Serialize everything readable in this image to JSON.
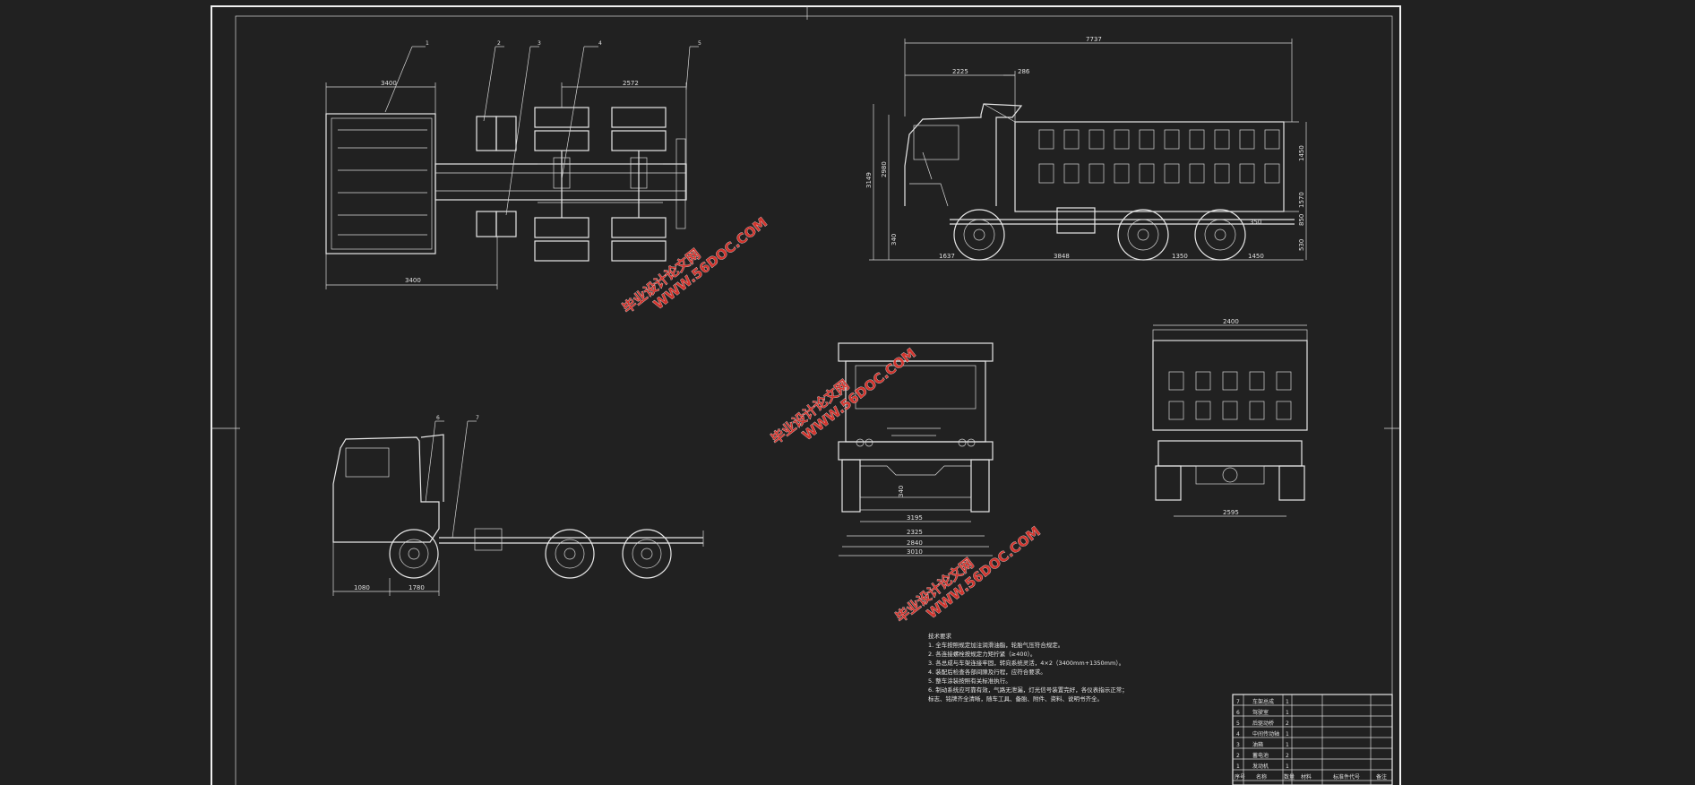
{
  "colors": {
    "background": "#212121",
    "lines": "#e8e8e8",
    "watermark": "#e0362f"
  },
  "top_view": {
    "balloons": [
      "1",
      "2",
      "3",
      "4",
      "5"
    ],
    "dims": {
      "cab_width": "3400",
      "wheelbase": "2572",
      "overall_bottom": "3400"
    }
  },
  "side_view": {
    "dims": {
      "overall_length": "7737",
      "front_section": "2225",
      "small_offset": "286",
      "height": "3149",
      "cab_height": "2980",
      "ground_clear": "340",
      "front_overhang": "1637",
      "wheelbase": "3848",
      "axle_spacing": "1350",
      "rear_overhang": "1450",
      "body_height": "1450",
      "right_mid": "1570",
      "rear_small": "350",
      "right_low": "850",
      "right_bottom": "530"
    }
  },
  "chassis_view": {
    "balloons": [
      "6",
      "7"
    ],
    "dims": {
      "front": "1080",
      "axle": "1780"
    }
  },
  "front_view": {
    "dims": {
      "inner_track": "3195",
      "track": "2325",
      "width": "2840",
      "overall": "3010",
      "height": "340"
    }
  },
  "rear_view": {
    "dims": {
      "top_width": "2400",
      "track": "2595"
    }
  },
  "notes": {
    "title": "技术要求",
    "lines": [
      "1. 全车按照规定加注润滑油脂，轮胎气压符合规定。",
      "2. 各连接螺栓按规定力矩拧紧（≥400）。",
      "3. 各总成与车架连接牢固，转向系统灵活，4×2（3400mm+1350mm）。",
      "4. 装配后检查各部间隙及行程，应符合要求。",
      "5. 整车涂装按照有关标准执行。",
      "6. 制动系统应可靠有效，气路无泄漏，灯光信号装置完好，各仪表指示正常；",
      "标志、铭牌齐全清晰，随车工具、备胎、附件、资料、说明书齐全。"
    ]
  },
  "watermarks": [
    {
      "line1": "毕业设计论文网",
      "line2": "WWW.56DOC.COM"
    },
    {
      "line1": "毕业设计论文网",
      "line2": "WWW.56DOC.COM"
    },
    {
      "line1": "毕业设计论文网",
      "line2": "WWW.56DOC.COM"
    }
  ],
  "parts_table": {
    "rows": [
      {
        "no": "7",
        "name": "车架总成",
        "qty": "1"
      },
      {
        "no": "6",
        "name": "驾驶室",
        "qty": "1"
      },
      {
        "no": "5",
        "name": "后驱动桥",
        "qty": "2"
      },
      {
        "no": "4",
        "name": "中间传动轴",
        "qty": "1"
      },
      {
        "no": "3",
        "name": "油箱",
        "qty": "1"
      },
      {
        "no": "2",
        "name": "蓄电池",
        "qty": "2"
      },
      {
        "no": "1",
        "name": "发动机",
        "qty": "1"
      }
    ],
    "header": [
      "序号",
      "名称",
      "数量",
      "材料",
      "标准件代号",
      "备注"
    ]
  }
}
